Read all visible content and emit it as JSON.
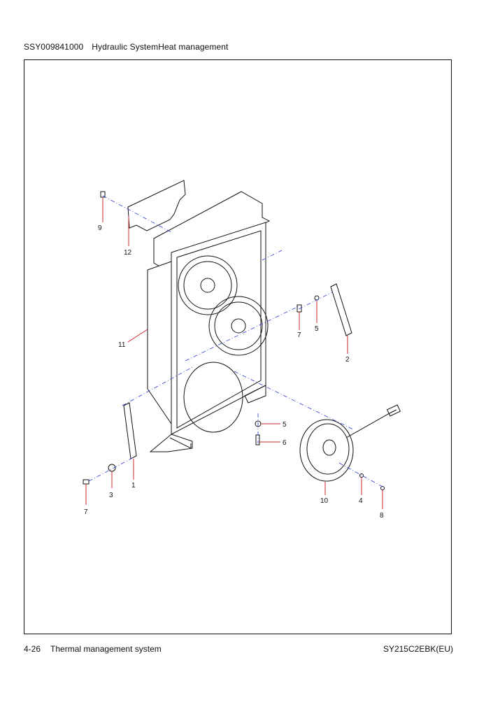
{
  "header": {
    "doc_code": "SSY009841000",
    "title": "Hydraulic SystemHeat management"
  },
  "footer": {
    "page_number": "4-26",
    "section": "Thermal management system",
    "model": "SY215C2EBK(EU)"
  },
  "callouts": [
    {
      "id": "c9",
      "label": "9"
    },
    {
      "id": "c12",
      "label": "12"
    },
    {
      "id": "c11",
      "label": "11"
    },
    {
      "id": "c7a",
      "label": "7"
    },
    {
      "id": "c5a",
      "label": "5"
    },
    {
      "id": "c2",
      "label": "2"
    },
    {
      "id": "c5b",
      "label": "5"
    },
    {
      "id": "c6",
      "label": "6"
    },
    {
      "id": "c1",
      "label": "1"
    },
    {
      "id": "c3",
      "label": "3"
    },
    {
      "id": "c7b",
      "label": "7"
    },
    {
      "id": "c10",
      "label": "10"
    },
    {
      "id": "c4",
      "label": "4"
    },
    {
      "id": "c8",
      "label": "8"
    }
  ],
  "colors": {
    "leader": "#d0272e",
    "centerline": "#2b3fd1",
    "line": "#111111"
  }
}
